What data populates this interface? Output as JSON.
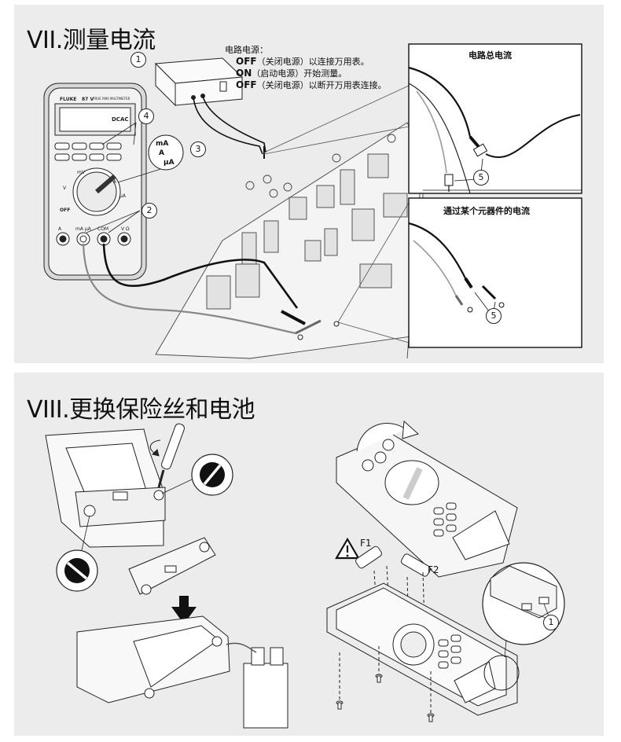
{
  "section7": {
    "title": "VII.测量电流",
    "notes_heading": "电路电源：",
    "notes": [
      {
        "key": "OFF",
        "text": "（关闭电源）以连接万用表。"
      },
      {
        "key": "ON",
        "text": "（启动电源）开始测量。"
      },
      {
        "key": "OFF",
        "text": "（关闭电源）以断开万用表连接。"
      }
    ],
    "inset_total": "电路总电流",
    "inset_component": "通过某个元器件的电流",
    "callouts": [
      "1",
      "2",
      "3",
      "4",
      "5",
      "5"
    ],
    "meter": {
      "brand": "FLUKE",
      "model": "87 V",
      "model_desc": "TRUE RMS MULTIMETER",
      "mode": "DCAC",
      "dial_labels": [
        "OFF",
        "V",
        "mV",
        "A",
        "μA"
      ],
      "jacks": [
        "A",
        "mA μA",
        "COM",
        "V Ω"
      ],
      "range_mA": "mA",
      "range_A": "A",
      "range_uA": "μA"
    }
  },
  "section8": {
    "title": "VIII.更换保险丝和电池",
    "fuse_labels": [
      "F1",
      "F2"
    ],
    "callouts": [
      "1"
    ]
  },
  "colors": {
    "panel_bg": "#ececec",
    "ink": "#111111",
    "line": "#222222"
  }
}
